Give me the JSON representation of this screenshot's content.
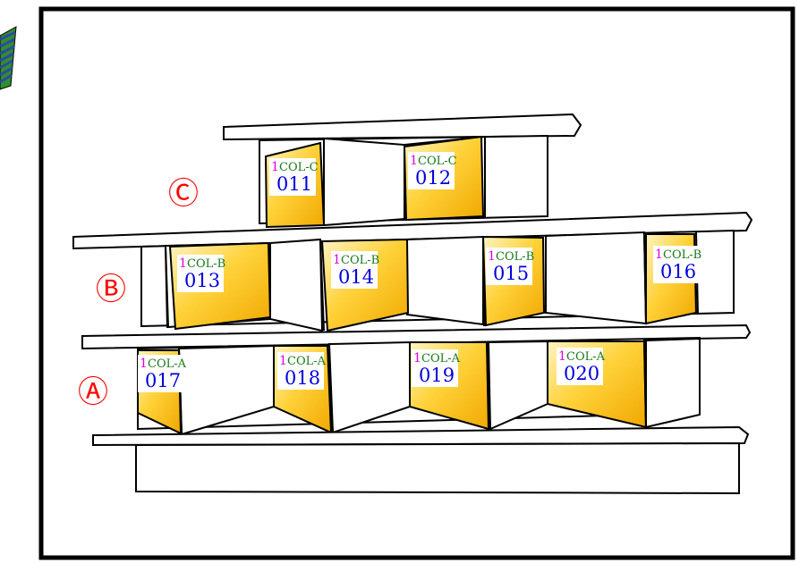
{
  "row_labels": {
    "c": "Ⓒ",
    "b": "Ⓑ",
    "a": "Ⓐ"
  },
  "colors": {
    "frame": "#000000",
    "shelf_fill": "#ffffff",
    "bin_gold": "#f5b800",
    "bin_light": "#fff4c2",
    "label_qty": "#e000e0",
    "label_col": "#1a7a1a",
    "label_num": "#0000dd",
    "row_marker": "#ff0000",
    "side_icon_blue": "#2e4aa0",
    "side_icon_green": "#2f8f2f"
  },
  "bins": [
    {
      "row": "c",
      "qty": "1",
      "col": "COL-C",
      "num": "011"
    },
    {
      "row": "c",
      "qty": "1",
      "col": "COL-C",
      "num": "012"
    },
    {
      "row": "b",
      "qty": "1",
      "col": "COL-B",
      "num": "013"
    },
    {
      "row": "b",
      "qty": "1",
      "col": "COL-B",
      "num": "014"
    },
    {
      "row": "b",
      "qty": "1",
      "col": "COL-B",
      "num": "015"
    },
    {
      "row": "b",
      "qty": "1",
      "col": "COL-B",
      "num": "016"
    },
    {
      "row": "a",
      "qty": "1",
      "col": "COL-A",
      "num": "017"
    },
    {
      "row": "a",
      "qty": "1",
      "col": "COL-A",
      "num": "018"
    },
    {
      "row": "a",
      "qty": "1",
      "col": "COL-A",
      "num": "019"
    },
    {
      "row": "a",
      "qty": "1",
      "col": "COL-A",
      "num": "020"
    }
  ]
}
